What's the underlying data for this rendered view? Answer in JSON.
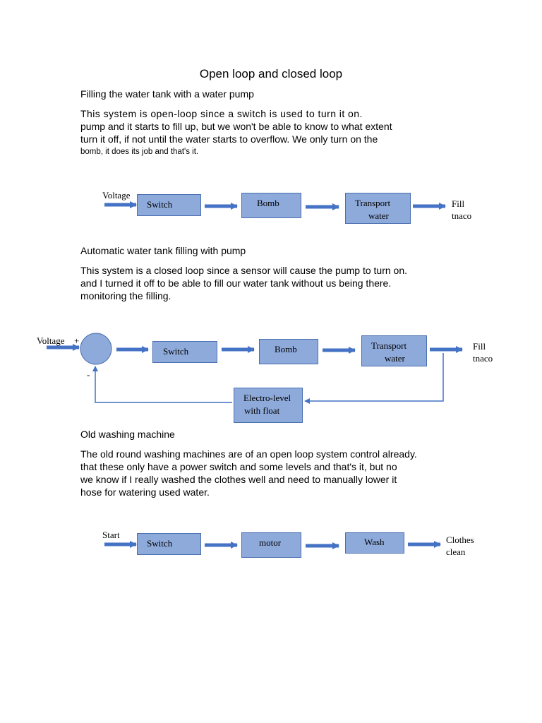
{
  "title": "Open loop and closed loop",
  "section1": {
    "heading": "Filling the water tank with a water pump",
    "lines": [
      "This system is open-loop since a switch is used to turn it on.",
      "pump and it starts to fill up, but we won't be able to know to what extent",
      "turn it off, if not until the water starts to overflow. We only turn on the"
    ],
    "small_line": "bomb, it does its job and that's it.",
    "diagram": {
      "input": "Voltage",
      "blocks": [
        "Switch",
        "Bomb",
        "Transport",
        "water"
      ],
      "output": [
        "Fill",
        "tnaco"
      ]
    }
  },
  "section2": {
    "heading": "Automatic water tank filling with pump",
    "lines": [
      "This system is a closed loop since a sensor will cause the pump to turn on.",
      "and I turned it off to be able to fill our water tank without us being there.",
      "monitoring the filling."
    ],
    "diagram": {
      "input": "Voltage",
      "plus": "+",
      "minus": "-",
      "blocks": [
        "Switch",
        "Bomb",
        "Transport",
        "water"
      ],
      "feedback": [
        "Electro-level",
        "with float"
      ],
      "output": [
        "Fill",
        "tnaco"
      ]
    }
  },
  "section3": {
    "heading": "Old washing machine",
    "lines": [
      "The old round washing machines are of an open loop system control already.",
      "that these only have a power switch and some levels and that's it, but no",
      "we know if I really washed the clothes well and need to manually lower it",
      "hose for watering used water."
    ],
    "diagram": {
      "input": "Start",
      "blocks": [
        "Switch",
        "motor",
        "Wash"
      ],
      "output": [
        "Clothes",
        "clean"
      ]
    }
  },
  "colors": {
    "block_fill": "#8eaadb",
    "block_border": "#4a6fb0",
    "arrow": "#4472c4"
  }
}
